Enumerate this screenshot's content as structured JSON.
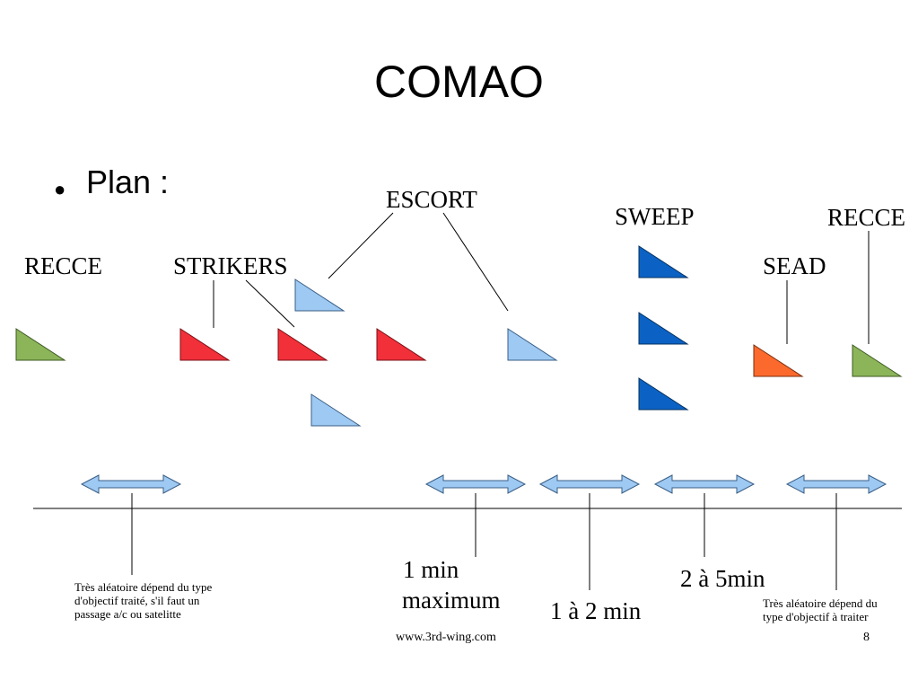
{
  "title": "COMAO",
  "bullet": "Plan :",
  "labels": {
    "recce_left": "RECCE",
    "strikers": "STRIKERS",
    "escort": "ESCORT",
    "sweep": "SWEEP",
    "recce_right": "RECCE",
    "sead": "SEAD"
  },
  "durations": {
    "one_min_max_line1": "1 min",
    "one_min_max_line2": "maximum",
    "one_to_two": "1 à 2 min",
    "two_to_five": "2 à 5min"
  },
  "notes": {
    "left": "Très aléatoire dépend du type d'objectif  traité, s'il faut un passage a/c ou satelitte",
    "right": "Très aléatoire dépend du type d'objectif à traiter"
  },
  "footer": {
    "url": "www.3rd-wing.com",
    "page": "8"
  },
  "colors": {
    "recce": "#8cb55a",
    "strikers": "#f2303a",
    "escort": "#9ec9f2",
    "sweep": "#0b62c4",
    "sead": "#fb6a2c",
    "arrow": "#9ec9f2"
  }
}
